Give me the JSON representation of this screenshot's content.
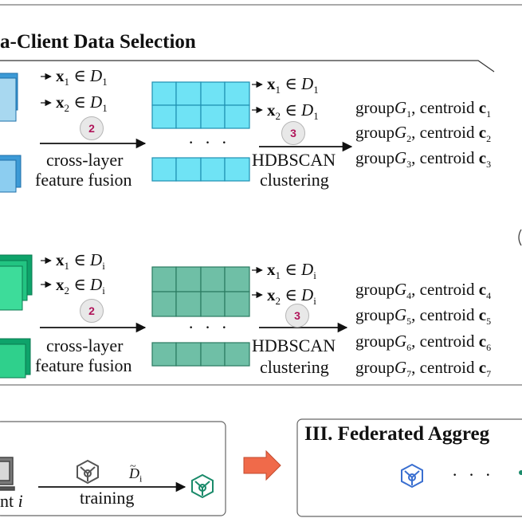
{
  "section2_title": "a-Client Data Selection",
  "section3_title": "III. Federated Aggreg",
  "client1": {
    "x1": "x",
    "x1_sub": "1",
    "x1_set": "D",
    "x1_set_sub": "1",
    "x2": "x",
    "x2_sub": "2",
    "x2_set": "D",
    "x2_set_sub": "1",
    "step2_badge": "2",
    "step3_badge": "3",
    "fusion_label_line1": "cross-layer",
    "fusion_label_line2": "feature fusion",
    "cluster_label_line1": "HDBSCAN",
    "cluster_label_line2": "clustering",
    "groups": [
      {
        "group": "group",
        "g_sym": "G",
        "g_sub": "1",
        "centroid": ", centroid ",
        "c": "c",
        "c_sub": "1"
      },
      {
        "group": "group",
        "g_sym": "G",
        "g_sub": "2",
        "centroid": ", centroid ",
        "c": "c",
        "c_sub": "2"
      },
      {
        "group": "group",
        "g_sym": "G",
        "g_sub": "3",
        "centroid": ", centroid ",
        "c": "c",
        "c_sub": "3"
      }
    ]
  },
  "clienti": {
    "x1": "x",
    "x1_sub": "1",
    "x1_set": "D",
    "x1_set_sub": "i",
    "x2": "x",
    "x2_sub": "2",
    "x2_set": "D",
    "x2_set_sub": "i",
    "step2_badge": "2",
    "step3_badge": "3",
    "fusion_label_line1": "cross-layer",
    "fusion_label_line2": "feature fusion",
    "cluster_label_line1": "HDBSCAN",
    "cluster_label_line2": "clustering",
    "groups": [
      {
        "group": "group",
        "g_sym": "G",
        "g_sub": "4",
        "centroid": ", centroid ",
        "c": "c",
        "c_sub": "4"
      },
      {
        "group": "group",
        "g_sym": "G",
        "g_sub": "5",
        "centroid": ", centroid ",
        "c": "c",
        "c_sub": "5"
      },
      {
        "group": "group",
        "g_sym": "G",
        "g_sub": "6",
        "centroid": ", centroid ",
        "c": "c",
        "c_sub": "6"
      },
      {
        "group": "group",
        "g_sym": "G",
        "g_sub": "7",
        "centroid": ", centroid ",
        "c": "c",
        "c_sub": "7"
      }
    ]
  },
  "training": {
    "client_label": "nt",
    "client_label_sub": "i",
    "data_sym": "D",
    "data_sub": "i",
    "label": "training"
  },
  "ellipsis": "· · ·",
  "colors": {
    "blue_light": "#a8d8f0",
    "blue_mid": "#5ab4e6",
    "blue_dark": "#1e7fc4",
    "cyan_cell": "#6fe3f5",
    "green_light": "#3ddc9a",
    "green_dark": "#0ea36a",
    "teal_cell": "#6fbfa6",
    "arrow_red": "#f06a4a",
    "icon_blue": "#3a6fd0",
    "icon_gray": "#555555",
    "icon_green": "#1a8a6a"
  }
}
